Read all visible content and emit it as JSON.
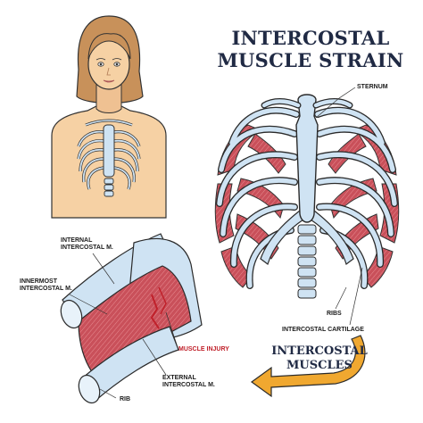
{
  "title_line1": "INTERCOSTAL",
  "title_line2": "MUSCLE STRAIN",
  "labels": {
    "sternum": "STERNUM",
    "ribs": "RIBS",
    "intercostal_cartilage": "INTERCOSTAL CARTILAGE",
    "internal_line1": "INTERNAL",
    "internal_line2": "INTERCOSTAL M.",
    "innermost_line1": "INNERMOST",
    "innermost_line2": "INTERCOSTAL M.",
    "muscle_injury": "MUSCLE INJURY",
    "external_line1": "EXTERNAL",
    "external_line2": "INTERCOSTAL M.",
    "rib": "RIB"
  },
  "subtitle_line1": "INTERCOSTAL",
  "subtitle_line2": "MUSCLES",
  "colors": {
    "title": "#202a44",
    "muscle": "#c9505a",
    "bone": "#cfe3f3",
    "skin": "#f6d1a4",
    "hair": "#c8915a",
    "arrow": "#f0a830",
    "injury": "#c0202a"
  }
}
